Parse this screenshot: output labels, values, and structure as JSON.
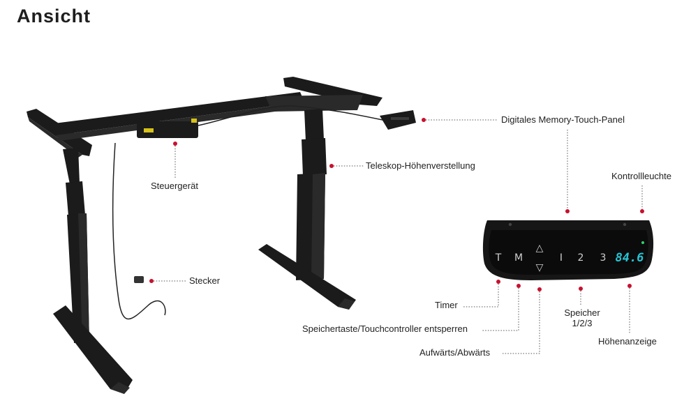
{
  "title": "Ansicht",
  "labels": {
    "panel": "Digitales Memory-Touch-Panel",
    "telescope": "Teleskop-Höhenverstellung",
    "control_box": "Steuergerät",
    "plug": "Stecker",
    "indicator_light": "Kontrollleuchte",
    "timer": "Timer",
    "memory_key": "Speichertaste/Touchcontroller entsperren",
    "up_down": "Aufwärts/Abwärts",
    "memory_slots_line1": "Speicher",
    "memory_slots_line2": "1/2/3",
    "height_display": "Höhenanzeige"
  },
  "panel_keys": {
    "timer": "T",
    "memory": "M",
    "up": "△",
    "down": "▽",
    "slot1": "I",
    "slot2": "2",
    "slot3": "3",
    "display": "84.6"
  },
  "colors": {
    "accent_dot": "#c8102e",
    "display": "#27c4d4",
    "frame": "#1b1b1b"
  }
}
